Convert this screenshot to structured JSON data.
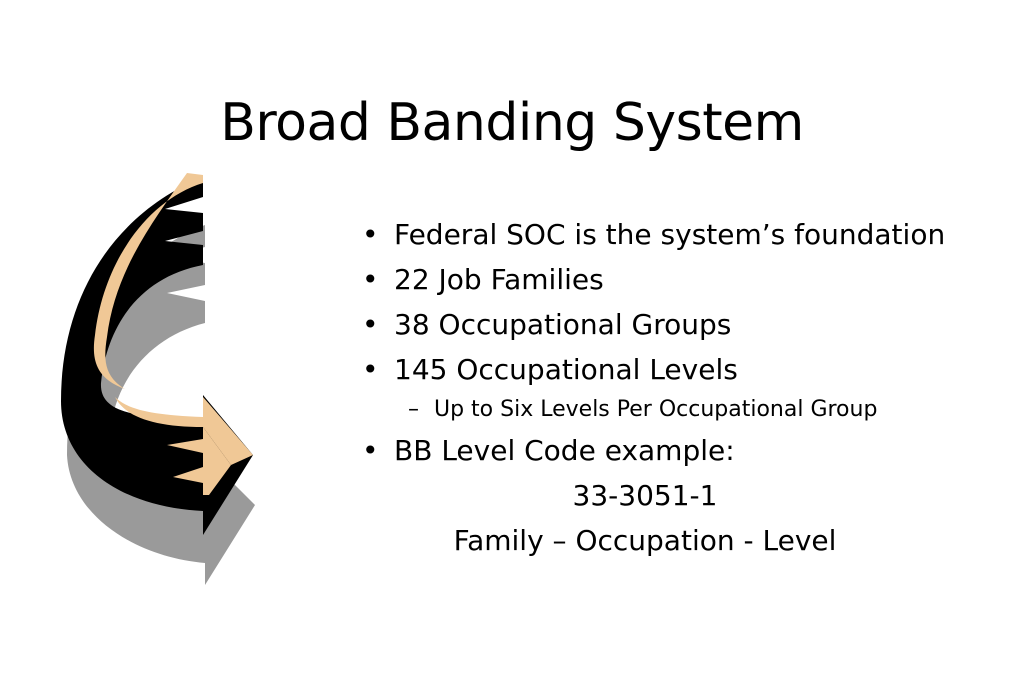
{
  "slide": {
    "title": "Broad Banding System",
    "bullets": [
      "Federal SOC is the system’s foundation",
      "22 Job Families",
      "38 Occupational Groups",
      "145 Occupational Levels"
    ],
    "sub_bullet": "Up to Six Levels Per Occupational Group",
    "last_bullet": "BB Level Code example:",
    "code_example": "33-3051-1",
    "code_legend": "Family – Occupation - Level",
    "bullet_glyph": "•",
    "sub_bullet_glyph": "–"
  },
  "decoration": {
    "icon": "curved-arrow-icon",
    "colors": {
      "shadow": "#9a9a9a",
      "body": "#000000",
      "highlight": "#f0c896"
    }
  }
}
